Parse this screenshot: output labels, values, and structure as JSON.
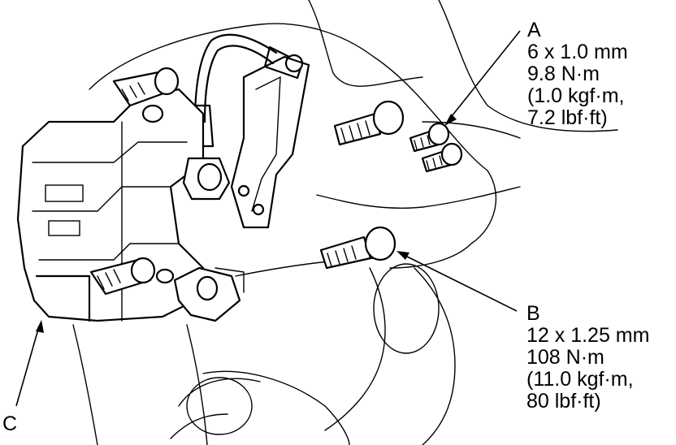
{
  "callouts": {
    "a": {
      "letter": "A",
      "lines": [
        "6 x 1.0 mm",
        "9.8 N·m",
        "(1.0 kgf·m,",
        "7.2 lbf·ft)"
      ]
    },
    "b": {
      "letter": "B",
      "lines": [
        "12 x 1.25 mm",
        "108 N·m",
        "(11.0 kgf·m,",
        "80 lbf·ft)"
      ]
    },
    "c": {
      "letter": "C"
    }
  },
  "colors": {
    "ink": "#000000",
    "paper": "#ffffff"
  }
}
